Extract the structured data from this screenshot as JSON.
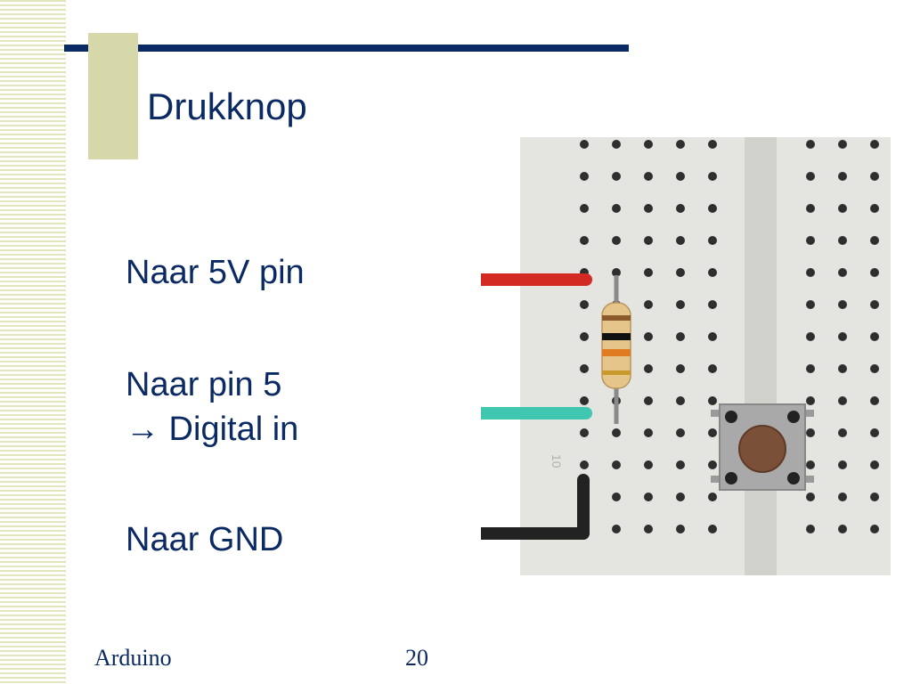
{
  "slide": {
    "title": "Drukknop",
    "labels": {
      "power": "Naar 5V pin",
      "input_line1": "Naar pin 5",
      "input_line2": "→ Digital in",
      "ground": "Naar GND"
    },
    "footer": {
      "left": "Arduino",
      "page_number": "20"
    },
    "breadboard": {
      "row_label": "10",
      "wire_colors": {
        "power": "#d42a24",
        "input": "#3fc7b0",
        "ground": "#222222"
      }
    }
  }
}
